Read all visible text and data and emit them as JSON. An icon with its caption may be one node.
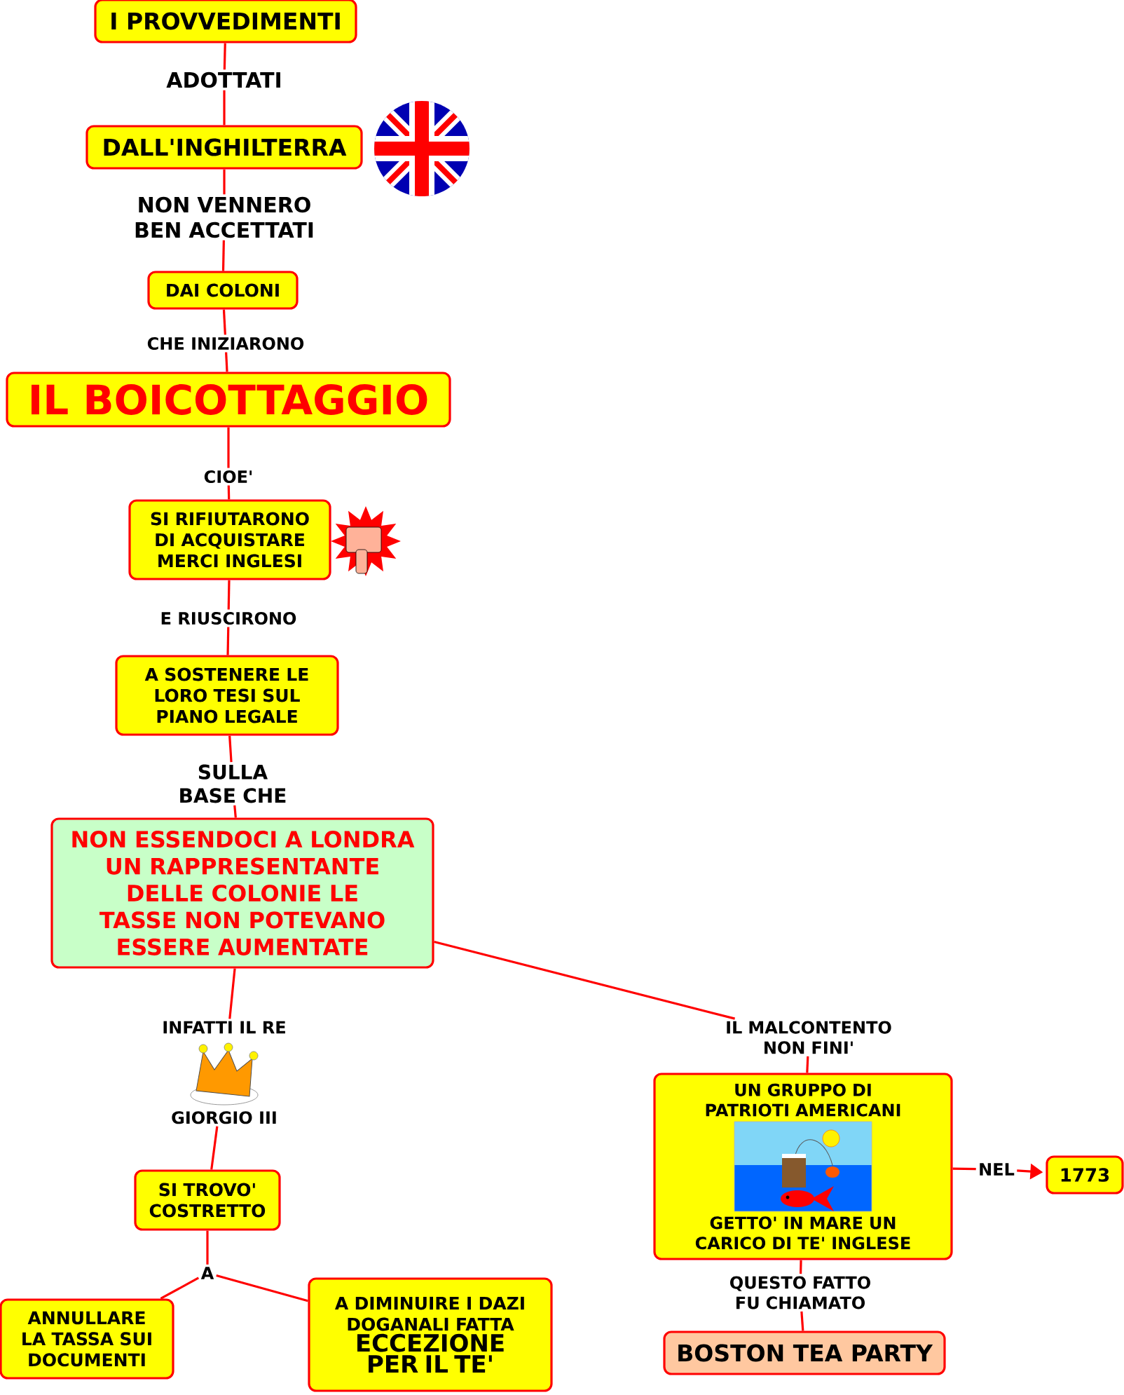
{
  "diagram": {
    "nodes": [
      {
        "text": [
          "I PROVVEDIMENTI"
        ]
      },
      {
        "text": [
          "ADOTTATI"
        ]
      },
      {
        "text": [
          "DALL'INGHILTERRA"
        ]
      },
      {
        "text": [
          "NON VENNERO BEN ACCETTATI"
        ]
      },
      {
        "text": [
          "DAI COLONI"
        ]
      },
      {
        "text": [
          "CHE INIZIARONO"
        ]
      },
      {
        "text": [
          "IL BOICOTTAGGIO"
        ]
      },
      {
        "text": [
          "CIOE'"
        ]
      },
      {
        "text": [
          "SI RIFIUTARONO DI ACQUISTARE MERCI INGLESI"
        ]
      },
      {
        "text": [
          "E RIUSCIRONO"
        ]
      },
      {
        "text": [
          "A SOSTENERE LE LORO TESI SUL PIANO LEGALE"
        ]
      },
      {
        "text": [
          "SULLA BASE CHE"
        ]
      },
      {
        "text": [
          "NON ESSENDOCI A LONDRA UN RAPPRESENTANTE DELLE COLONIE LE TASSE NON POTEVANO ESSERE AUMENTATE"
        ]
      },
      {
        "text": [
          "INFATTI IL RE",
          "GIORGIO III"
        ]
      },
      {
        "text": [
          "SI TROVO' COSTRETTO"
        ]
      },
      {
        "text": [
          "A"
        ]
      },
      {
        "text": [
          "ANNULLARE LA TASSA SUI DOCUMENTI"
        ]
      },
      {
        "text": [
          "A DIMINUIRE I DAZI DOGANALI FATTA",
          "ECCEZIONE PER IL TE'"
        ]
      },
      {
        "text": [
          "IL MALCONTENTO NON FINI'"
        ]
      },
      {
        "text": [
          "UN GRUPPO DI PATRIOTI AMERICANI",
          "GETTO' IN MARE UN CARICO DI TE' INGLESE"
        ]
      },
      {
        "text": [
          "NEL"
        ]
      },
      {
        "text": [
          "1773"
        ]
      },
      {
        "text": [
          "QUESTO FATTO FU CHIAMATO"
        ]
      },
      {
        "text": [
          "BOSTON TEA PARTY"
        ]
      }
    ],
    "edges": [
      {
        "from": 0,
        "to": 1,
        "arrow": "none"
      },
      {
        "from": 1,
        "to": 2,
        "arrow": "none"
      },
      {
        "from": 2,
        "to": 3,
        "arrow": "none"
      },
      {
        "from": 3,
        "to": 4,
        "arrow": "none"
      },
      {
        "from": 4,
        "to": 5,
        "arrow": "none"
      },
      {
        "from": 5,
        "to": 6,
        "arrow": "none"
      },
      {
        "from": 6,
        "to": 7,
        "arrow": "none"
      },
      {
        "from": 7,
        "to": 8,
        "arrow": "none"
      },
      {
        "from": 8,
        "to": 9,
        "arrow": "none"
      },
      {
        "from": 9,
        "to": 10,
        "arrow": "none"
      },
      {
        "from": 10,
        "to": 11,
        "arrow": "none"
      },
      {
        "from": 11,
        "to": 12,
        "arrow": "none"
      },
      {
        "from": 12,
        "to": 13,
        "arrow": "none"
      },
      {
        "from": 13,
        "to": 14,
        "arrow": "none"
      },
      {
        "from": 14,
        "to": 15,
        "arrow": "none"
      },
      {
        "from": 15,
        "to": 16,
        "arrow": "none"
      },
      {
        "from": 15,
        "to": 17,
        "arrow": "none"
      },
      {
        "from": 12,
        "to": 18,
        "arrow": "none"
      },
      {
        "from": 18,
        "to": 19,
        "arrow": "none"
      },
      {
        "from": 19,
        "to": 20,
        "arrow": "none"
      },
      {
        "from": 20,
        "to": 21,
        "arrow": "to"
      },
      {
        "from": 19,
        "to": 22,
        "arrow": "none"
      },
      {
        "from": 22,
        "to": 23,
        "arrow": "none"
      }
    ]
  }
}
